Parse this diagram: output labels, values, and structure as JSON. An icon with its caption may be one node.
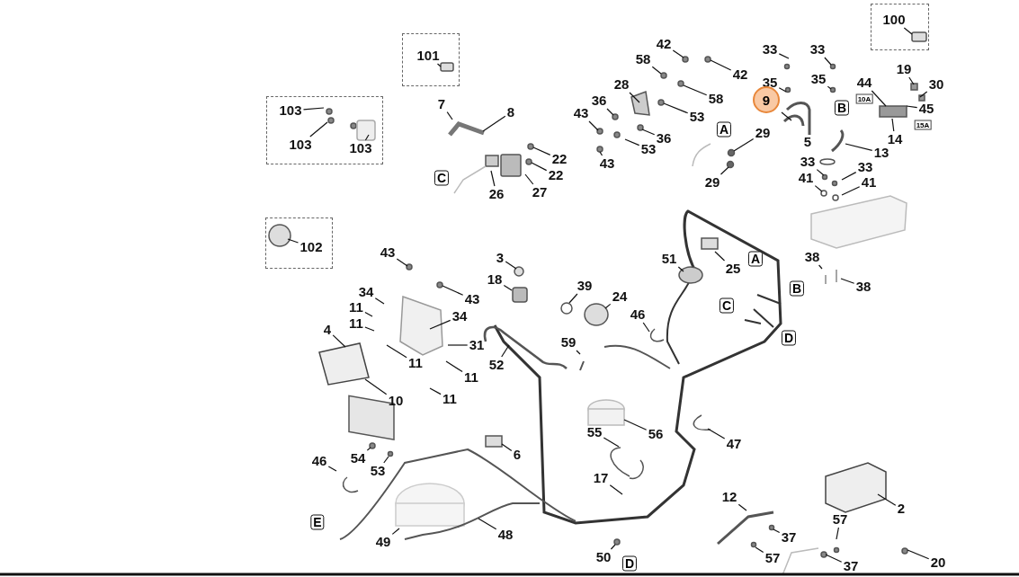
{
  "diagram": {
    "nodes": [
      {
        "text": [],
        "shape": "box"
      },
      {
        "text": [
          "101"
        ],
        "in": 0
      },
      {
        "text": [],
        "shape": "box"
      },
      {
        "text": [
          "100"
        ],
        "in": 2
      },
      {
        "text": [],
        "shape": "box"
      },
      {
        "text": [
          "103"
        ],
        "in": 4
      },
      {
        "text": [
          "103"
        ],
        "in": 4
      },
      {
        "text": [
          "103"
        ],
        "in": 4
      },
      {
        "text": [],
        "shape": "box"
      },
      {
        "text": [
          "102"
        ],
        "in": 8
      },
      {
        "text": [
          "7"
        ]
      },
      {
        "text": [
          "8"
        ]
      },
      {
        "text": [
          "22"
        ]
      },
      {
        "text": [
          "22"
        ]
      },
      {
        "text": [
          "26"
        ]
      },
      {
        "text": [
          "27"
        ]
      },
      {
        "text": [
          "C"
        ]
      },
      {
        "text": [
          "42"
        ]
      },
      {
        "text": [
          "58"
        ]
      },
      {
        "text": [
          "42"
        ]
      },
      {
        "text": [
          "28"
        ]
      },
      {
        "text": [
          "58"
        ]
      },
      {
        "text": [
          "36"
        ]
      },
      {
        "text": [
          "53"
        ]
      },
      {
        "text": [
          "43"
        ]
      },
      {
        "text": [
          "36"
        ]
      },
      {
        "text": [
          "53"
        ]
      },
      {
        "text": [
          "43"
        ]
      },
      {
        "text": [
          "A"
        ]
      },
      {
        "text": [
          "29"
        ]
      },
      {
        "text": [
          "29"
        ]
      },
      {
        "text": [
          "33"
        ]
      },
      {
        "text": [
          "35"
        ]
      },
      {
        "text": [
          "9"
        ]
      },
      {
        "text": [
          "33"
        ]
      },
      {
        "text": [
          "35"
        ]
      },
      {
        "text": [
          "B"
        ]
      },
      {
        "text": [
          "44"
        ]
      },
      {
        "text": [
          "19"
        ]
      },
      {
        "text": [
          "30"
        ]
      },
      {
        "text": [
          "45"
        ]
      },
      {
        "text": [
          "14"
        ]
      },
      {
        "text": [
          "13"
        ]
      },
      {
        "text": [
          "33"
        ]
      },
      {
        "text": [
          "41"
        ]
      },
      {
        "text": [
          "33"
        ]
      },
      {
        "text": [
          "41"
        ]
      },
      {
        "text": [
          "38"
        ]
      },
      {
        "text": [
          "38"
        ]
      },
      {
        "text": [
          "51"
        ]
      },
      {
        "text": [
          "25"
        ]
      },
      {
        "text": [
          "A"
        ]
      },
      {
        "text": [
          "B"
        ]
      },
      {
        "text": [
          "C"
        ]
      },
      {
        "text": [
          "D"
        ]
      },
      {
        "text": [
          "43"
        ]
      },
      {
        "text": [
          "34"
        ]
      },
      {
        "text": [
          "43"
        ]
      },
      {
        "text": [
          "11"
        ]
      },
      {
        "text": [
          "11"
        ]
      },
      {
        "text": [
          "34"
        ]
      },
      {
        "text": [
          "4"
        ]
      },
      {
        "text": [
          "31"
        ]
      },
      {
        "text": [
          "52"
        ]
      },
      {
        "text": [
          "11"
        ]
      },
      {
        "text": [
          "11"
        ]
      },
      {
        "text": [
          "11"
        ]
      },
      {
        "text": [
          "10"
        ]
      },
      {
        "text": [
          "3"
        ]
      },
      {
        "text": [
          "18"
        ]
      },
      {
        "text": [
          "39"
        ]
      },
      {
        "text": [
          "24"
        ]
      },
      {
        "text": [
          "46"
        ]
      },
      {
        "text": [
          "59"
        ]
      },
      {
        "text": [
          "56"
        ]
      },
      {
        "text": [
          "55"
        ]
      },
      {
        "text": [
          "47"
        ]
      },
      {
        "text": [
          "6"
        ]
      },
      {
        "text": [
          "54"
        ]
      },
      {
        "text": [
          "53"
        ]
      },
      {
        "text": [
          "46"
        ]
      },
      {
        "text": [
          "E"
        ]
      },
      {
        "text": [
          "49"
        ]
      },
      {
        "text": [
          "48"
        ]
      },
      {
        "text": [
          "17"
        ]
      },
      {
        "text": [
          "12"
        ]
      },
      {
        "text": [
          "37"
        ]
      },
      {
        "text": [
          "57"
        ]
      },
      {
        "text": [
          "2"
        ]
      },
      {
        "text": [
          "57"
        ]
      },
      {
        "text": [
          "50"
        ]
      },
      {
        "text": [
          "37"
        ]
      },
      {
        "text": [
          "20"
        ]
      },
      {
        "text": [
          "D"
        ]
      }
    ],
    "edges": [
      {
        "from": 1,
        "to": null,
        "arrow": "none"
      },
      {
        "from": 3,
        "to": null,
        "arrow": "none"
      },
      {
        "from": 5,
        "to": null,
        "arrow": "none"
      },
      {
        "from": 6,
        "to": null,
        "arrow": "none"
      },
      {
        "from": 7,
        "to": null,
        "arrow": "none"
      },
      {
        "from": 9,
        "to": null,
        "arrow": "none"
      },
      {
        "from": 10,
        "to": null,
        "arrow": "none"
      },
      {
        "from": 11,
        "to": null,
        "arrow": "none"
      },
      {
        "from": 12,
        "to": null,
        "arrow": "none"
      },
      {
        "from": 13,
        "to": null,
        "arrow": "none"
      },
      {
        "from": 14,
        "to": null,
        "arrow": "none"
      },
      {
        "from": 15,
        "to": null,
        "arrow": "none"
      },
      {
        "from": 17,
        "to": null,
        "arrow": "none"
      },
      {
        "from": 18,
        "to": null,
        "arrow": "none"
      },
      {
        "from": 19,
        "to": null,
        "arrow": "none"
      },
      {
        "from": 20,
        "to": null,
        "arrow": "none"
      },
      {
        "from": 21,
        "to": null,
        "arrow": "none"
      },
      {
        "from": 22,
        "to": null,
        "arrow": "none"
      },
      {
        "from": 23,
        "to": null,
        "arrow": "none"
      },
      {
        "from": 24,
        "to": null,
        "arrow": "none"
      },
      {
        "from": 25,
        "to": null,
        "arrow": "none"
      },
      {
        "from": 26,
        "to": null,
        "arrow": "none"
      },
      {
        "from": 27,
        "to": null,
        "arrow": "none"
      },
      {
        "from": 29,
        "to": null,
        "arrow": "none"
      },
      {
        "from": 30,
        "to": null,
        "arrow": "none"
      },
      {
        "from": 31,
        "to": null,
        "arrow": "none"
      },
      {
        "from": 32,
        "to": null,
        "arrow": "none"
      },
      {
        "from": 33,
        "to": null,
        "arrow": "none"
      },
      {
        "from": 34,
        "to": null,
        "arrow": "none"
      },
      {
        "from": 35,
        "to": null,
        "arrow": "none"
      },
      {
        "from": 37,
        "to": null,
        "arrow": "none"
      },
      {
        "from": 38,
        "to": null,
        "arrow": "none"
      },
      {
        "from": 39,
        "to": null,
        "arrow": "none"
      },
      {
        "from": 40,
        "to": null,
        "arrow": "none"
      },
      {
        "from": 41,
        "to": null,
        "arrow": "none"
      },
      {
        "from": 42,
        "to": null,
        "arrow": "none"
      },
      {
        "from": 43,
        "to": null,
        "arrow": "none"
      },
      {
        "from": 44,
        "to": null,
        "arrow": "none"
      },
      {
        "from": 45,
        "to": null,
        "arrow": "none"
      },
      {
        "from": 46,
        "to": null,
        "arrow": "none"
      },
      {
        "from": 47,
        "to": null,
        "arrow": "none"
      },
      {
        "from": 48,
        "to": null,
        "arrow": "none"
      },
      {
        "from": 49,
        "to": null,
        "arrow": "none"
      },
      {
        "from": 50,
        "to": null,
        "arrow": "none"
      },
      {
        "from": 55,
        "to": null,
        "arrow": "none"
      },
      {
        "from": 56,
        "to": null,
        "arrow": "none"
      },
      {
        "from": 57,
        "to": null,
        "arrow": "none"
      },
      {
        "from": 58,
        "to": null,
        "arrow": "none"
      },
      {
        "from": 59,
        "to": null,
        "arrow": "none"
      },
      {
        "from": 60,
        "to": null,
        "arrow": "none"
      },
      {
        "from": 61,
        "to": null,
        "arrow": "none"
      },
      {
        "from": 62,
        "to": null,
        "arrow": "none"
      },
      {
        "from": 63,
        "to": null,
        "arrow": "none"
      },
      {
        "from": 64,
        "to": null,
        "arrow": "none"
      },
      {
        "from": 65,
        "to": null,
        "arrow": "none"
      },
      {
        "from": 66,
        "to": null,
        "arrow": "none"
      },
      {
        "from": 67,
        "to": null,
        "arrow": "none"
      },
      {
        "from": 68,
        "to": null,
        "arrow": "none"
      },
      {
        "from": 69,
        "to": null,
        "arrow": "none"
      },
      {
        "from": 70,
        "to": null,
        "arrow": "none"
      },
      {
        "from": 71,
        "to": null,
        "arrow": "none"
      },
      {
        "from": 72,
        "to": null,
        "arrow": "none"
      },
      {
        "from": 73,
        "to": null,
        "arrow": "none"
      },
      {
        "from": 74,
        "to": null,
        "arrow": "none"
      },
      {
        "from": 75,
        "to": null,
        "arrow": "none"
      },
      {
        "from": 76,
        "to": null,
        "arrow": "none"
      },
      {
        "from": 77,
        "to": null,
        "arrow": "none"
      },
      {
        "from": 78,
        "to": null,
        "arrow": "none"
      },
      {
        "from": 79,
        "to": null,
        "arrow": "none"
      },
      {
        "from": 80,
        "to": null,
        "arrow": "none"
      },
      {
        "from": 82,
        "to": null,
        "arrow": "none"
      },
      {
        "from": 83,
        "to": null,
        "arrow": "none"
      },
      {
        "from": 84,
        "to": null,
        "arrow": "none"
      },
      {
        "from": 85,
        "to": null,
        "arrow": "none"
      },
      {
        "from": 86,
        "to": null,
        "arrow": "none"
      },
      {
        "from": 87,
        "to": null,
        "arrow": "none"
      },
      {
        "from": 88,
        "to": null,
        "arrow": "none"
      },
      {
        "from": 89,
        "to": null,
        "arrow": "none"
      },
      {
        "from": 90,
        "to": null,
        "arrow": "none"
      },
      {
        "from": 91,
        "to": null,
        "arrow": "none"
      },
      {
        "from": 92,
        "to": null,
        "arrow": "none"
      }
    ],
    "labels": [
      "5",
      "10A",
      "15A"
    ]
  }
}
